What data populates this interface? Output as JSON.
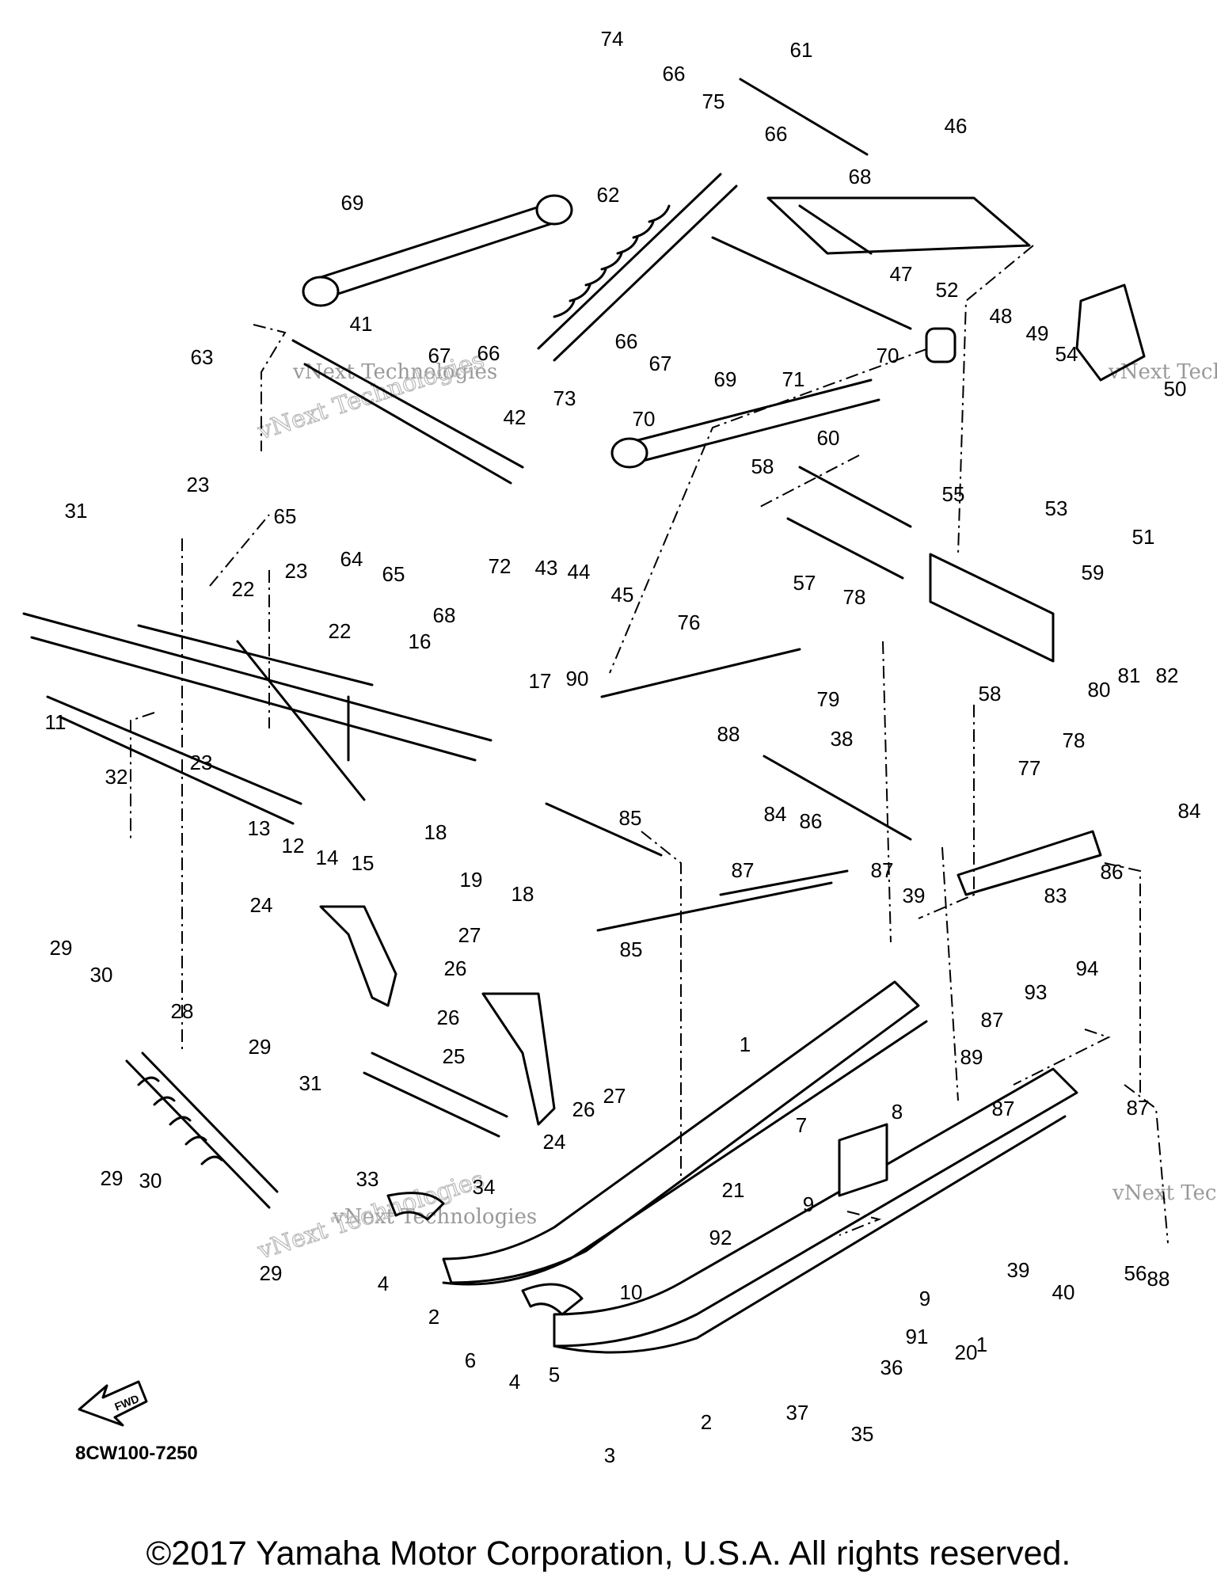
{
  "diagram": {
    "callouts": [
      {
        "label": "74"
      },
      {
        "label": "66"
      },
      {
        "label": "75"
      },
      {
        "label": "61"
      },
      {
        "label": "66"
      },
      {
        "label": "68"
      },
      {
        "label": "46"
      },
      {
        "label": "69"
      },
      {
        "label": "62"
      },
      {
        "label": "47"
      },
      {
        "label": "52"
      },
      {
        "label": "48"
      },
      {
        "label": "49"
      },
      {
        "label": "54"
      },
      {
        "label": "50"
      },
      {
        "label": "53"
      },
      {
        "label": "51"
      },
      {
        "label": "41"
      },
      {
        "label": "67"
      },
      {
        "label": "66"
      },
      {
        "label": "66"
      },
      {
        "label": "67"
      },
      {
        "label": "70"
      },
      {
        "label": "71"
      },
      {
        "label": "63"
      },
      {
        "label": "42"
      },
      {
        "label": "73"
      },
      {
        "label": "70"
      },
      {
        "label": "69"
      },
      {
        "label": "60"
      },
      {
        "label": "58"
      },
      {
        "label": "55"
      },
      {
        "label": "31"
      },
      {
        "label": "23"
      },
      {
        "label": "65"
      },
      {
        "label": "64"
      },
      {
        "label": "72"
      },
      {
        "label": "43"
      },
      {
        "label": "44"
      },
      {
        "label": "45"
      },
      {
        "label": "57"
      },
      {
        "label": "59"
      },
      {
        "label": "22"
      },
      {
        "label": "23"
      },
      {
        "label": "22"
      },
      {
        "label": "65"
      },
      {
        "label": "68"
      },
      {
        "label": "78"
      },
      {
        "label": "76"
      },
      {
        "label": "11"
      },
      {
        "label": "16"
      },
      {
        "label": "17"
      },
      {
        "label": "79"
      },
      {
        "label": "58"
      },
      {
        "label": "81"
      },
      {
        "label": "82"
      },
      {
        "label": "80"
      },
      {
        "label": "23"
      },
      {
        "label": "32"
      },
      {
        "label": "90"
      },
      {
        "label": "85"
      },
      {
        "label": "38"
      },
      {
        "label": "78"
      },
      {
        "label": "77"
      },
      {
        "label": "13"
      },
      {
        "label": "12"
      },
      {
        "label": "14"
      },
      {
        "label": "15"
      },
      {
        "label": "18"
      },
      {
        "label": "88"
      },
      {
        "label": "84"
      },
      {
        "label": "86"
      },
      {
        "label": "84"
      },
      {
        "label": "19"
      },
      {
        "label": "18"
      },
      {
        "label": "87"
      },
      {
        "label": "87"
      },
      {
        "label": "39"
      },
      {
        "label": "83"
      },
      {
        "label": "86"
      },
      {
        "label": "24"
      },
      {
        "label": "27"
      },
      {
        "label": "26"
      },
      {
        "label": "85"
      },
      {
        "label": "94"
      },
      {
        "label": "29"
      },
      {
        "label": "30"
      },
      {
        "label": "28"
      },
      {
        "label": "26"
      },
      {
        "label": "93"
      },
      {
        "label": "1"
      },
      {
        "label": "29"
      },
      {
        "label": "25"
      },
      {
        "label": "26"
      },
      {
        "label": "27"
      },
      {
        "label": "87"
      },
      {
        "label": "89"
      },
      {
        "label": "31"
      },
      {
        "label": "8"
      },
      {
        "label": "87"
      },
      {
        "label": "87"
      },
      {
        "label": "24"
      },
      {
        "label": "7"
      },
      {
        "label": "29"
      },
      {
        "label": "30"
      },
      {
        "label": "33"
      },
      {
        "label": "34"
      },
      {
        "label": "21"
      },
      {
        "label": "9"
      },
      {
        "label": "39"
      },
      {
        "label": "56"
      },
      {
        "label": "88"
      },
      {
        "label": "92"
      },
      {
        "label": "40"
      },
      {
        "label": "4"
      },
      {
        "label": "29"
      },
      {
        "label": "9"
      },
      {
        "label": "2"
      },
      {
        "label": "1"
      },
      {
        "label": "10"
      },
      {
        "label": "6"
      },
      {
        "label": "4"
      },
      {
        "label": "91"
      },
      {
        "label": "20"
      },
      {
        "label": "36"
      },
      {
        "label": "5"
      },
      {
        "label": "37"
      },
      {
        "label": "2"
      },
      {
        "label": "35"
      },
      {
        "label": "3"
      }
    ],
    "fwd_label": "FWD",
    "watermark": "vNext Technologies",
    "diagram_code": "8CW100-7250"
  },
  "footer": {
    "copyright": "©2017 Yamaha Motor Corporation, U.S.A. All rights reserved."
  }
}
